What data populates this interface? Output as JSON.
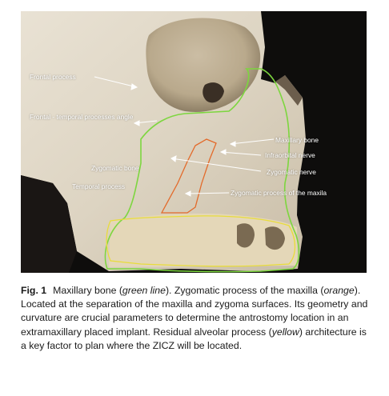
{
  "figure": {
    "labels": {
      "frontal_process": "Frontal process",
      "frontal_temporal_angle": "Frontal - temporal processes angle",
      "zygomatic_bone": "Zygomatic bone",
      "temporal_process": "Temporal process",
      "maxillary_bone": "Maxillary bone",
      "infraorbital_nerve": "Infraorbital nerve",
      "zygomatic_nerve": "Zygomatic nerve",
      "zygomatic_process_maxila": "Zygomatic process of the maxila"
    },
    "outline_colors": {
      "maxillary_bone": "#7dd63f",
      "zygomatic_process": "#e36a2a",
      "alveolar_process": "#e8dc3c"
    }
  },
  "caption": {
    "label": "Fig. 1",
    "p1": "Maxillary bone (",
    "i1": "green line",
    "p2": "). Zygomatic process of the maxilla (",
    "i2": "orange",
    "p3": "). Located at the separation of the maxilla and zygoma surfaces. Its geometry and curvature are crucial parameters to determine the antrostomy location in an extramaxillary placed implant. Residual alveolar process (",
    "i3": "yellow",
    "p4": ") architecture is a key factor to plan where the ZICZ will be located."
  }
}
